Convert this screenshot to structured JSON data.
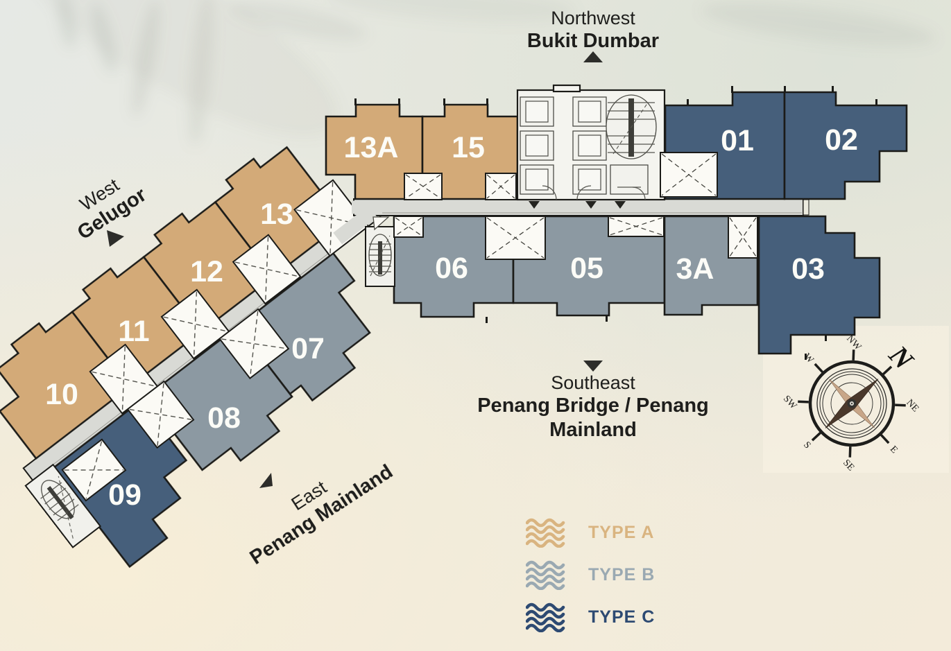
{
  "plan": {
    "units": {
      "u13a": {
        "label": "13A",
        "type": "A"
      },
      "u15": {
        "label": "15",
        "type": "A"
      },
      "u01": {
        "label": "01",
        "type": "C"
      },
      "u02": {
        "label": "02",
        "type": "C"
      },
      "u06": {
        "label": "06",
        "type": "B"
      },
      "u05": {
        "label": "05",
        "type": "B"
      },
      "u3a": {
        "label": "3A",
        "type": "B"
      },
      "u03": {
        "label": "03",
        "type": "C"
      },
      "u13": {
        "label": "13",
        "type": "A"
      },
      "u12": {
        "label": "12",
        "type": "A"
      },
      "u11": {
        "label": "11",
        "type": "A"
      },
      "u10": {
        "label": "10",
        "type": "A"
      },
      "u07": {
        "label": "07",
        "type": "B"
      },
      "u08": {
        "label": "08",
        "type": "B"
      },
      "u09": {
        "label": "09",
        "type": "C"
      }
    }
  },
  "direction_labels": {
    "northwest": {
      "direction": "Northwest",
      "place": "Bukit Dumbar"
    },
    "west": {
      "direction": "West",
      "place": "Gelugor"
    },
    "southeast": {
      "direction": "Southeast",
      "place": "Penang Bridge / Penang Mainland"
    },
    "east": {
      "direction": "East",
      "place": "Penang Mainland"
    }
  },
  "legend": {
    "items": [
      {
        "label": "TYPE A",
        "color": "#d9b480"
      },
      {
        "label": "TYPE B",
        "color": "#9aa9b2"
      },
      {
        "label": "TYPE C",
        "color": "#2d4a72"
      }
    ]
  },
  "compass": {
    "points": {
      "n": "N",
      "ne": "NE",
      "e": "E",
      "se": "SE",
      "s": "S",
      "sw": "SW",
      "w": "W",
      "nw": "NW"
    }
  },
  "colors": {
    "type_a_fill": "#d3aa78",
    "type_b_fill": "#8c99a2",
    "type_c_fill": "#465f7b",
    "corridor": "#d9dad5",
    "outline": "#1b1b18"
  }
}
